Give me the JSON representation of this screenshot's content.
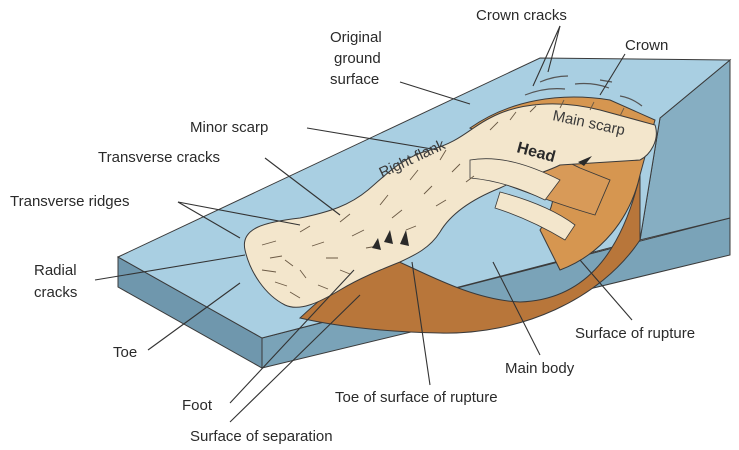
{
  "labels": {
    "crown_cracks": "Crown cracks",
    "crown": "Crown",
    "original_ground_surface_1": "Original",
    "original_ground_surface_2": "ground",
    "original_ground_surface_3": "surface",
    "minor_scarp": "Minor scarp",
    "transverse_cracks": "Transverse cracks",
    "transverse_ridges": "Transverse ridges",
    "radial_cracks_1": "Radial",
    "radial_cracks_2": "cracks",
    "toe": "Toe",
    "foot": "Foot",
    "surface_of_separation": "Surface of separation",
    "toe_of_surface_of_rupture": "Toe of surface of rupture",
    "main_body": "Main body",
    "surface_of_rupture": "Surface of rupture",
    "right_flank": "Right flank",
    "main_scarp": "Main scarp",
    "head": "Head"
  },
  "colors": {
    "ground_top": "#a9cfe2",
    "ground_side_left": "#7fa7bc",
    "ground_side_right": "#7aa3b8",
    "ground_front": "#6f97ad",
    "slide_body": "#f3e6cc",
    "rupture_surface": "#b8763a",
    "scarp": "#d69650",
    "outline": "#3a3a3a"
  }
}
